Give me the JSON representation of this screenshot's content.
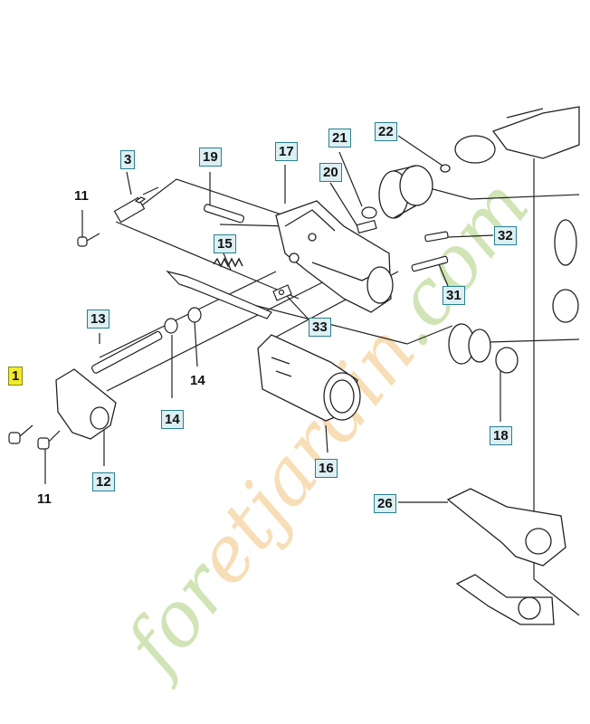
{
  "diagram": {
    "type": "exploded parts diagram",
    "highlight_color": "#f3ea2c",
    "label_box_color": "#dceff3",
    "labels": {
      "l1": "1",
      "l3": "3",
      "l11a": "11",
      "l11b": "11",
      "l12": "12",
      "l13": "13",
      "l14a": "14",
      "l14b": "14",
      "l15": "15",
      "l16": "16",
      "l17": "17",
      "l18": "18",
      "l19": "19",
      "l20": "20",
      "l21": "21",
      "l22": "22",
      "l26": "26",
      "l31": "31",
      "l32": "32",
      "l33": "33"
    }
  },
  "watermark": {
    "text_part1": "for",
    "text_part2": "etjardin",
    "text_part3": ".com",
    "color_main": "#aacd78",
    "color_accent": "#f0c27a"
  }
}
